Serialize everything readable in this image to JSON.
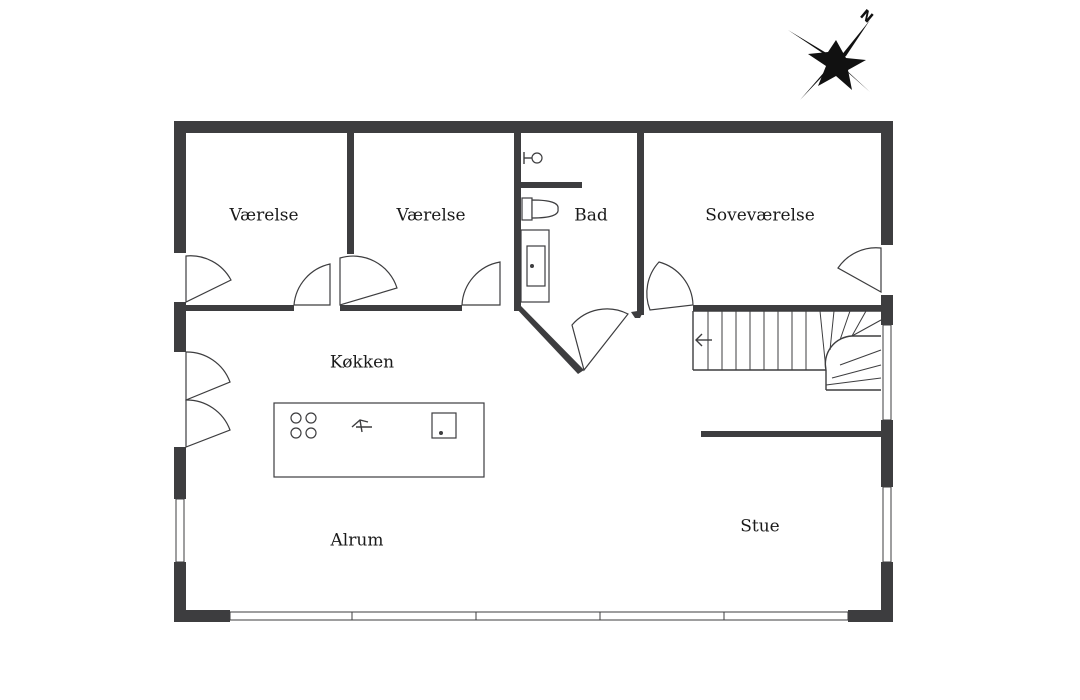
{
  "compass": {
    "letter": "N",
    "icon": "north-arrow-compass-icon"
  },
  "rooms": {
    "vaerelse_1": "Værelse",
    "vaerelse_2": "Værelse",
    "bad": "Bad",
    "sovevaerelse": "Soveværelse",
    "koekken": "Køkken",
    "alrum": "Alrum",
    "stue": "Stue"
  },
  "colors": {
    "wall": "#3d3d3f",
    "background": "#ffffff",
    "text": "#1a1a1a"
  }
}
